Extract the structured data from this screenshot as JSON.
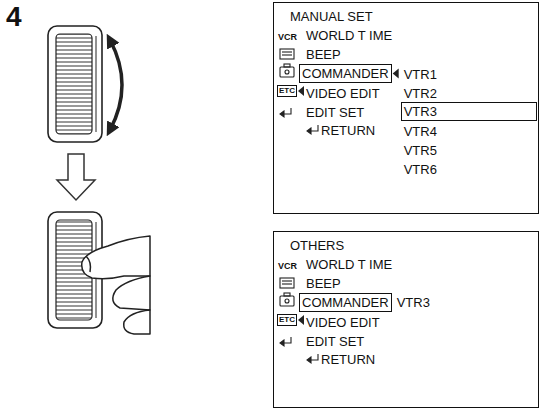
{
  "diagram": {
    "nodes": [
      {
        "text": [
          "MANUAL SET",
          "VCR",
          "WORLD T IME",
          "BEEP",
          "VIDEO EDIT",
          "EDIT SET",
          "RETURN",
          "VTR1",
          "VTR2",
          "VTR4",
          "VTR5",
          "VTR6"
        ]
      },
      {
        "text": [
          "COMMANDER"
        ],
        "in": 0
      },
      {
        "text": [
          "ETC"
        ],
        "in": 0
      },
      {
        "text": [
          "VTR3"
        ],
        "in": 0
      },
      {
        "text": [
          "OTHERS",
          "VCR",
          "WORLD T IME",
          "BEEP",
          "VIDEO EDIT",
          "EDIT SET",
          "RETURN",
          "VTR3"
        ]
      },
      {
        "text": [
          "COMMANDER"
        ],
        "in": 4
      },
      {
        "text": [
          "ETC"
        ],
        "in": 4
      }
    ],
    "labels": [
      "4"
    ]
  }
}
